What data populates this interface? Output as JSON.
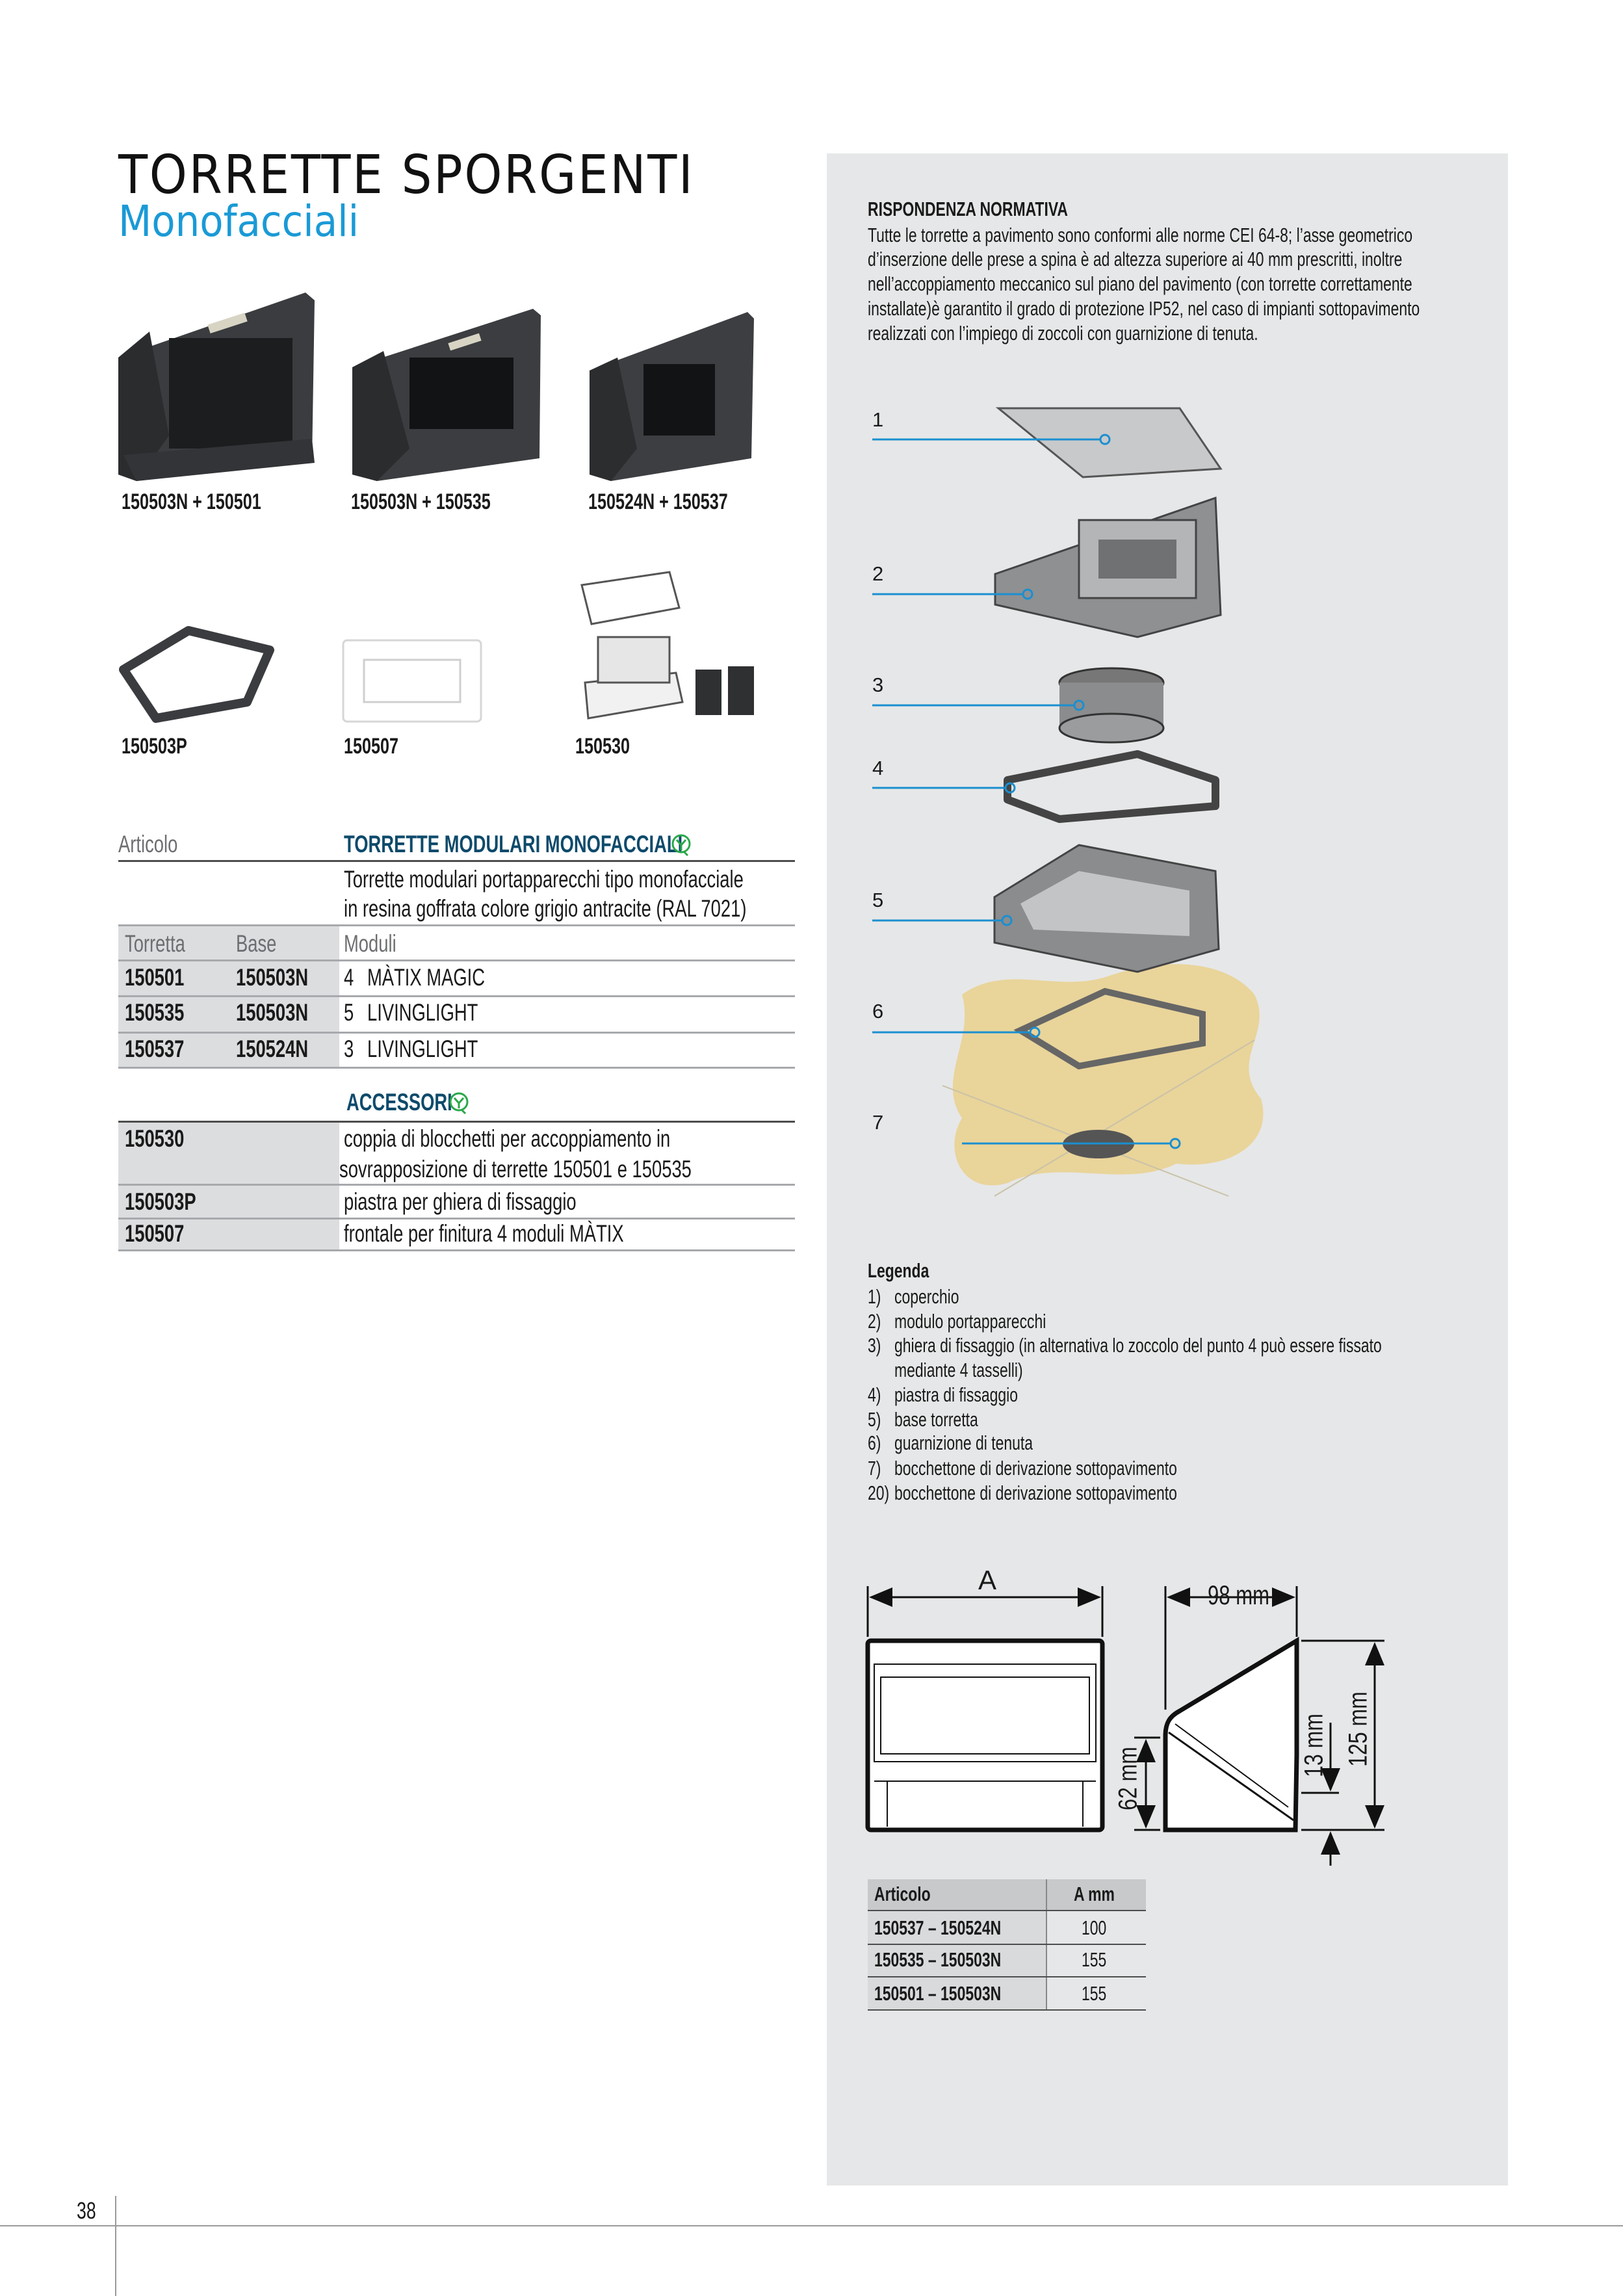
{
  "header": {
    "title": "TORRETTE SPORGENTI",
    "subtitle": "Monofacciali"
  },
  "products_row1": [
    "150503N + 150501",
    "150503N + 150535",
    "150524N  + 150537"
  ],
  "products_row2": [
    "150503P",
    "150507",
    "150530"
  ],
  "main_table": {
    "articolo_label": "Articolo",
    "section_title": "TORRETTE MODULARI MONOFACCIALI",
    "description": [
      "Torrette modulari portapparecchi tipo monofacciale",
      "in resina goffrata colore grigio antracite (RAL 7021)"
    ],
    "columns": [
      "Torretta",
      "Base",
      "Moduli"
    ],
    "rows": [
      {
        "torretta": "150501",
        "base": "150503N",
        "num": "4",
        "moduli": "MÀTIX MAGIC"
      },
      {
        "torretta": "150535",
        "base": "150503N",
        "num": "5",
        "moduli": "LIVINGLIGHT"
      },
      {
        "torretta": "150537",
        "base": "150524N",
        "num": "3",
        "moduli": "LIVINGLIGHT"
      }
    ],
    "accessori_title": "ACCESSORI",
    "accessori": [
      {
        "code": "150530",
        "desc": [
          "coppia di blocchetti per accoppiamento in",
          "sovrapposizione di terrette 150501 e 150535"
        ]
      },
      {
        "code": "150503P",
        "desc": [
          "piastra per ghiera di fissaggio"
        ]
      },
      {
        "code": "150507",
        "desc": [
          "frontale per finitura 4 moduli MÀTIX"
        ]
      }
    ],
    "cert_icon": "imq-certification-icon"
  },
  "normativa": {
    "title": "RISPONDENZA NORMATIVA",
    "lines": [
      "Tutte le torrette a pavimento sono conformi alle norme CEI 64-8; l’asse geometrico",
      "d’inserzione delle prese a spina è ad altezza superiore ai 40 mm prescritti, inoltre",
      "nell’accoppiamento meccanico sul piano del pavimento (con torrette correttamente",
      "installate)è garantito il grado di protezione IP52, nel caso di impianti sottopavimento",
      "realizzati con l’impiego di zoccoli con guarnizione di tenuta."
    ]
  },
  "diagram_numbers": [
    "1",
    "2",
    "3",
    "4",
    "5",
    "6",
    "7"
  ],
  "legenda": {
    "title": "Legenda",
    "items": [
      {
        "n": "1)",
        "text": "coperchio"
      },
      {
        "n": "2)",
        "text": "modulo  portapparecchi"
      },
      {
        "n": "3)",
        "text": "ghiera di fissaggio (in alternativa lo zoccolo del punto 4 può essere fissato"
      },
      {
        "n": "",
        "text": "mediante 4 tasselli)"
      },
      {
        "n": "4)",
        "text": "piastra di fissaggio"
      },
      {
        "n": "5)",
        "text": "base torretta"
      },
      {
        "n": "6)",
        "text": "guarnizione di tenuta"
      },
      {
        "n": "7)",
        "text": "bocchettone di derivazione sottopavimento"
      },
      {
        "n": "20)",
        "text": "bocchettone di derivazione sottopavimento"
      }
    ]
  },
  "dimensions": {
    "a": "A",
    "depth": "98 mm",
    "base_h": "62 mm",
    "offset": "13 mm",
    "height": "125 mm"
  },
  "dim_table": {
    "headers": [
      "Articolo",
      "A mm"
    ],
    "rows": [
      [
        "150537 – 150524N",
        "100"
      ],
      [
        "150535 – 150503N",
        "155"
      ],
      [
        "150501 – 150503N",
        "155"
      ]
    ]
  },
  "page_number": "38",
  "colors": {
    "accent": "#1a9ad6",
    "navy": "#0d4a6b",
    "panel": "#e6e7e8",
    "cert_green": "#2aa84a"
  }
}
